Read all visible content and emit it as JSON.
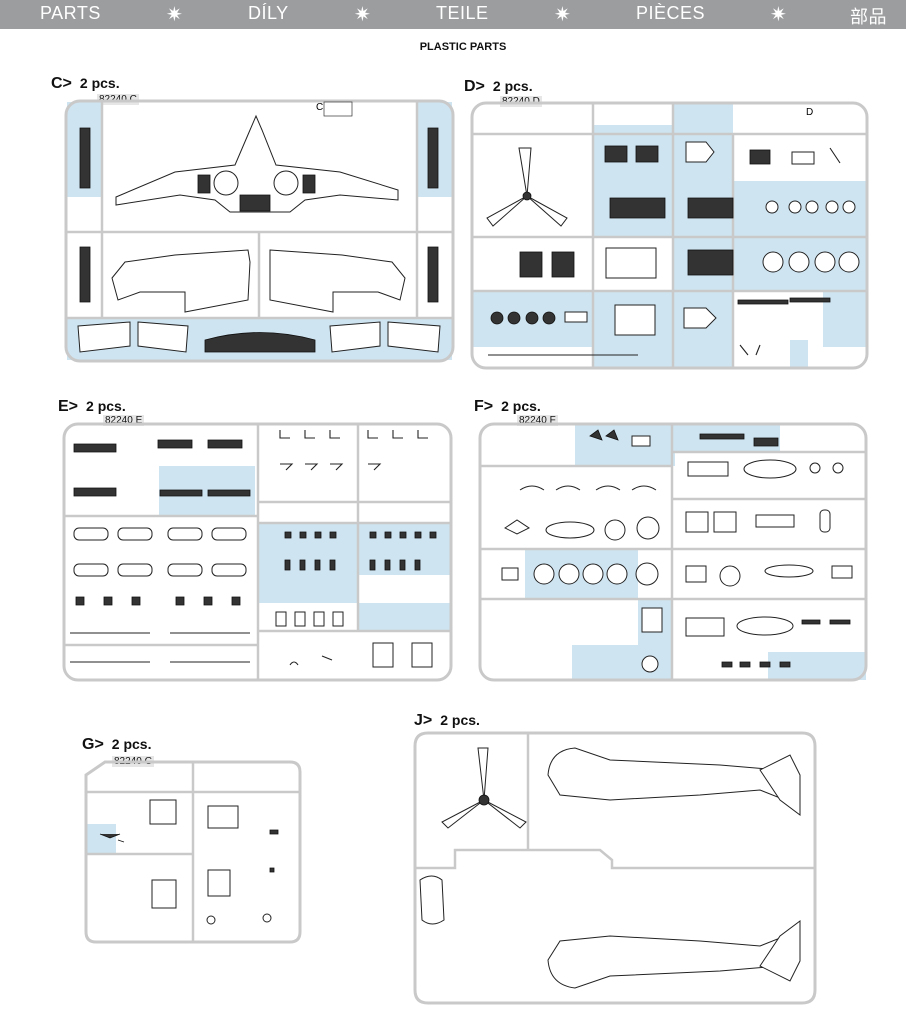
{
  "header": {
    "items": [
      "PARTS",
      "DÍLY",
      "TEILE",
      "PIÈCES",
      "部品"
    ],
    "separator": "✷",
    "background": "#9c9d9f"
  },
  "subtitle": "PLASTIC PARTS",
  "sprues": {
    "C": {
      "letter": "C>",
      "qty": "2 pcs.",
      "code": "82240 C"
    },
    "D": {
      "letter": "D>",
      "qty": "2 pcs.",
      "code": "82240 D"
    },
    "E": {
      "letter": "E>",
      "qty": "2 pcs.",
      "code": "82240 E"
    },
    "F": {
      "letter": "F>",
      "qty": "2 pcs.",
      "code": "82240 F"
    },
    "G": {
      "letter": "G>",
      "qty": "2 pcs.",
      "code": "82240 G"
    },
    "J": {
      "letter": "J>",
      "qty": "2 pcs."
    }
  },
  "colors": {
    "highlight": "#cfe4f1",
    "runner": "#c9c9c9"
  }
}
